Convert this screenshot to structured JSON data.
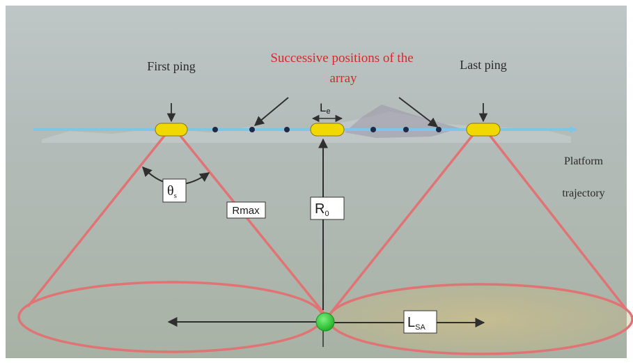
{
  "labels": {
    "first_ping": "First ping",
    "successive_line1": "Successive positions of the",
    "successive_line2": "array",
    "last_ping": "Last ping",
    "le_main": "L",
    "le_sub": "e",
    "theta_main": "θ",
    "theta_sub": "s",
    "rmax": "Rmax",
    "r0_main": "R",
    "r0_sub": "0",
    "lsa_main": "L",
    "lsa_sub": "SA",
    "platform_line1": "Platform",
    "platform_line2": "trajectory"
  },
  "colors": {
    "sky_top": "#b9c1c1",
    "sea": "#aab3a6",
    "trajectory": "#7ec6e6",
    "array": "#f0d800",
    "beam": "#e07474",
    "target": "#22c22a",
    "title_red": "#d22b2b",
    "text": "#2a2a2a",
    "arrow": "#2f2f2f",
    "dot": "#1e2a48"
  },
  "icons": {
    "target": "green-circle-target"
  }
}
